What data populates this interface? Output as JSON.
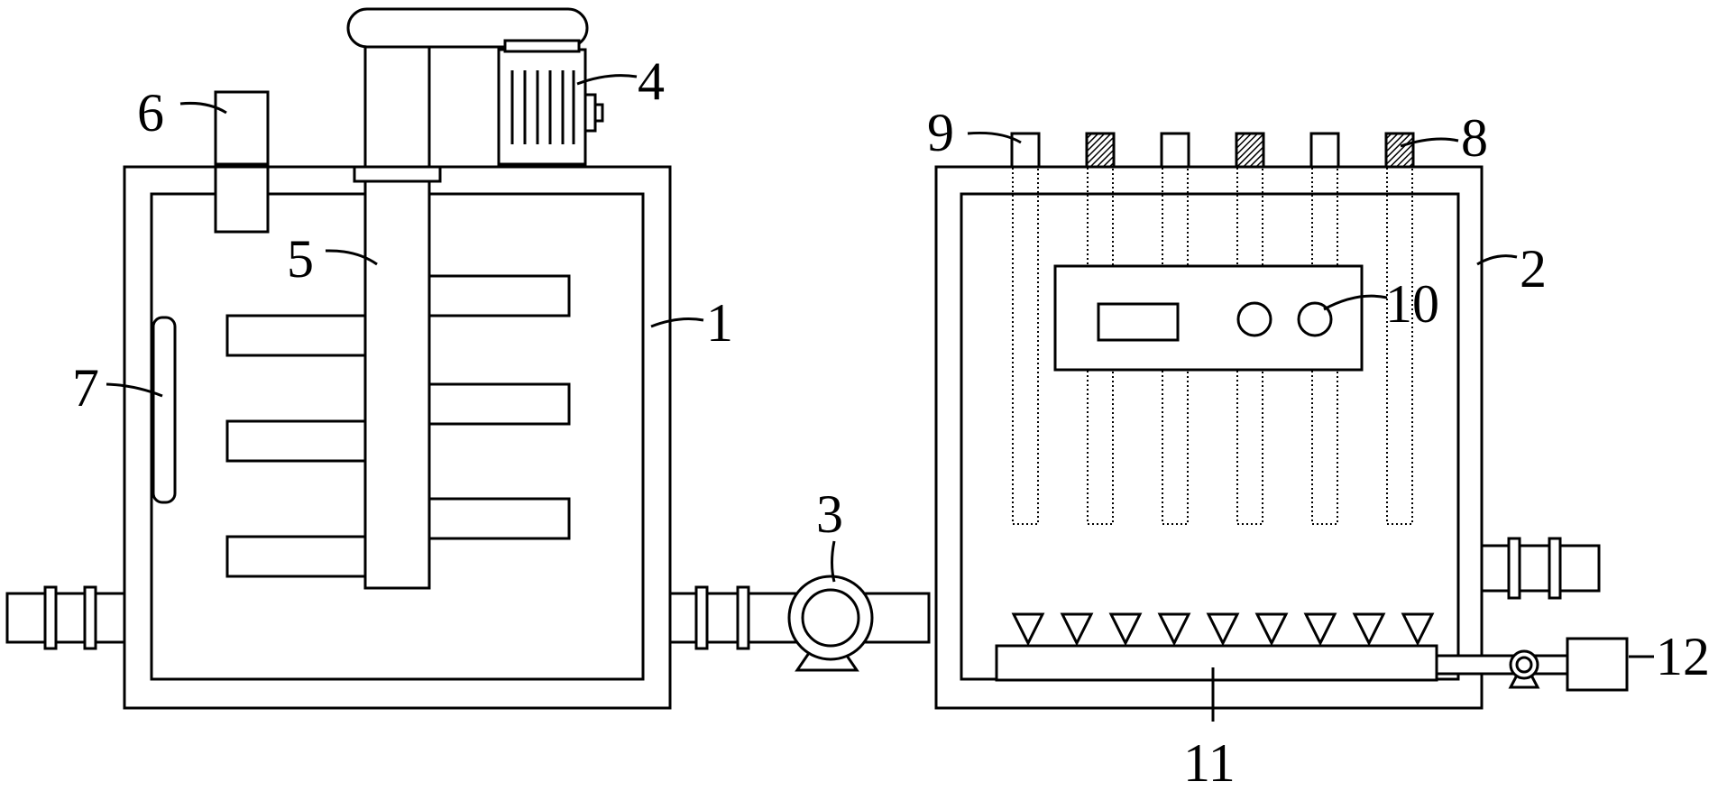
{
  "labels": {
    "n1": "1",
    "n2": "2",
    "n3": "3",
    "n4": "4",
    "n5": "5",
    "n6": "6",
    "n7": "7",
    "n8": "8",
    "n9": "9",
    "n10": "10",
    "n11": "11",
    "n12": "12"
  },
  "colors": {
    "line": "#000000",
    "background": "#ffffff",
    "hatch": "#000000"
  }
}
